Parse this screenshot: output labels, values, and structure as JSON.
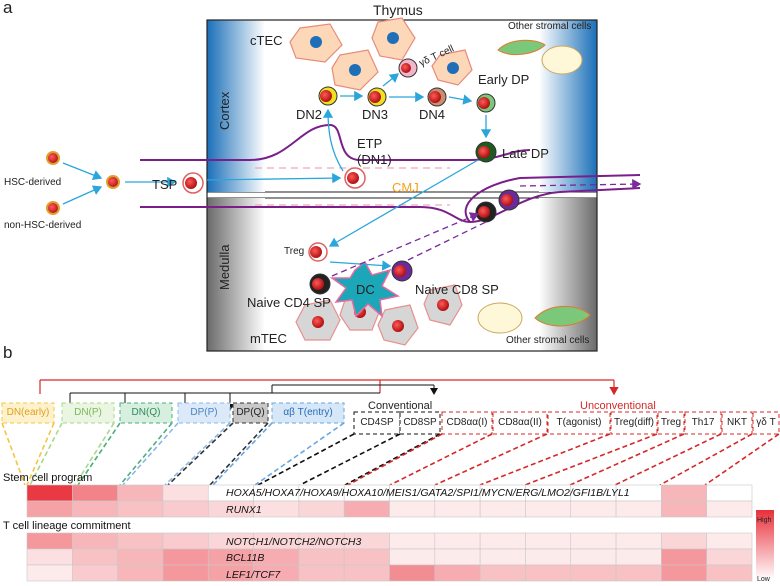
{
  "panel_a": {
    "letter": "a",
    "title": "Thymus",
    "regions": {
      "cortex": "Cortex",
      "medulla": "Medulla",
      "cmj": "CMJ"
    },
    "labels": {
      "ctec": "cTEC",
      "gd_t_cell": "γδ T cell",
      "other_stromal_top": "Other stromal cells",
      "other_stromal_bottom": "Other stromal cells",
      "early_dp": "Early DP",
      "dn2": "DN2",
      "dn3": "DN3",
      "dn4": "DN4",
      "etp": "ETP",
      "dn1": "(DN1)",
      "late_dp": "Late DP",
      "hsc_derived": "HSC-derived",
      "non_hsc_derived": "non-HSC-derived",
      "tsp": "TSP",
      "treg": "Treg",
      "naive_cd4": "Naive CD4 SP",
      "naive_cd8": "Naive CD8 SP",
      "dc": "DC",
      "mtec": "mTEC"
    }
  },
  "panel_b": {
    "letter": "b",
    "group_conventional": "Conventional",
    "group_unconventional": "Unconventional",
    "stages": [
      "DN(early)",
      "DN(P)",
      "DN(Q)",
      "DP(P)",
      "DP(Q)",
      "αβ T(entry)",
      "CD4SP",
      "CD8SP",
      "CD8αα(I)",
      "CD8αα(II)",
      "T(agonist)",
      "Treg(diff)",
      "Treg",
      "Th17",
      "NKT",
      "γδ T"
    ],
    "sections": {
      "stem": "Stem cell program",
      "lineage": "T cell lineage commitment"
    },
    "genes": {
      "hox": "HOXA5/HOXA7/HOXA9/HOXA10/MEIS1/GATA2/SPI1/MYCN/ERG/LMO2/GFI1B/LYL1",
      "runx1": "RUNX1",
      "notch": "NOTCH1/NOTCH2/NOTCH3",
      "bcl11b": "BCL11B",
      "lef1": "LEF1/TCF7"
    },
    "legend": {
      "high": "High",
      "low": "Low"
    },
    "colors": {
      "dn_early": "#f5c542",
      "dn_p": "#a8d88a",
      "dn_q": "#4caf7a",
      "dp_p": "#8bb8e8",
      "dp_q": "#9a9a9a",
      "ab_entry": "#6aa6e0",
      "conventional": "#222222",
      "unconventional": "#d62828",
      "heat_high": "#e8303a",
      "heat_low": "#ffffff"
    }
  }
}
